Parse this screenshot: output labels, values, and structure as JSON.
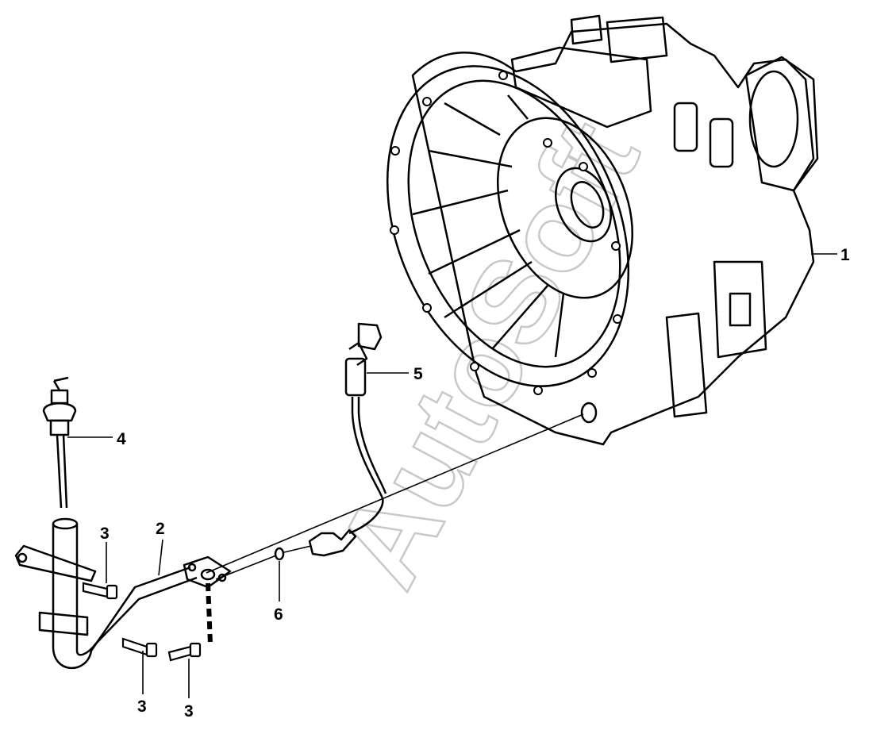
{
  "colors": {
    "ink": "#000000",
    "paper": "#ffffff",
    "watermark": "#c8c8c8"
  },
  "watermark": {
    "text": "AutoSoft"
  },
  "callouts": [
    {
      "id": "1",
      "text": "1"
    },
    {
      "id": "2",
      "text": "2"
    },
    {
      "id": "3a",
      "text": "3"
    },
    {
      "id": "3b",
      "text": "3"
    },
    {
      "id": "3c",
      "text": "3"
    },
    {
      "id": "4",
      "text": "4"
    },
    {
      "id": "5",
      "text": "5"
    },
    {
      "id": "6",
      "text": "6"
    }
  ]
}
